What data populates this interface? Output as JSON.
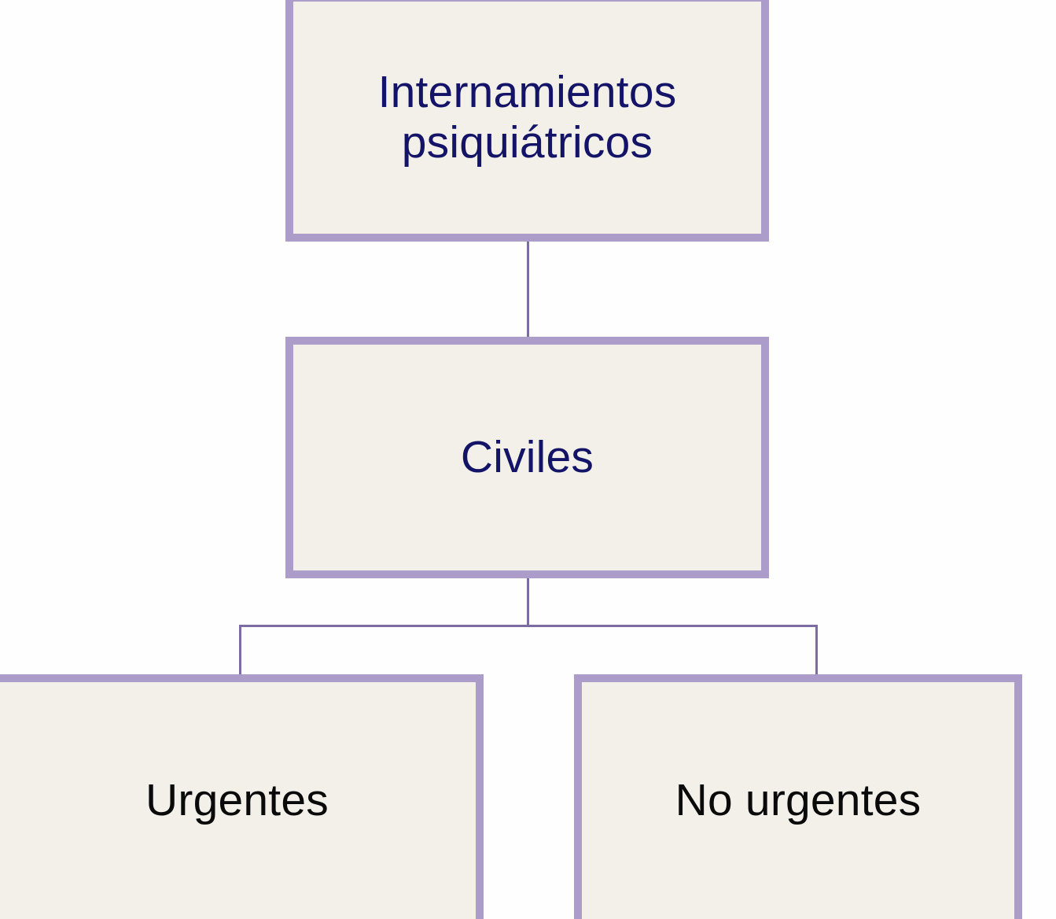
{
  "diagram": {
    "title": "Internamientos psiquiátricos",
    "type": "hierarchy-tree",
    "orientation": "top-down",
    "levels": 3,
    "colors": {
      "page_background": "#fefefe",
      "node_fill": "#f2f0e9",
      "node_border": "#ac9cc9",
      "connector": "#7d6ba3",
      "text_navy": "#131367",
      "text_black": "#0a0a0a"
    },
    "nodes": [
      {
        "id": "root",
        "label": "Internamientos psiquiátricos",
        "level": 0,
        "text_color": "#131367"
      },
      {
        "id": "civiles",
        "label": "Civiles",
        "level": 1,
        "text_color": "#131367"
      },
      {
        "id": "urgentes",
        "label": "Urgentes",
        "level": 2,
        "text_color": "#0a0a0a"
      },
      {
        "id": "no_urgentes",
        "label": "No urgentes",
        "level": 2,
        "text_color": "#0a0a0a"
      }
    ],
    "edges": [
      {
        "id": "root-civiles",
        "from": "root",
        "to": "civiles"
      },
      {
        "id": "civiles-urgentes",
        "from": "civiles",
        "to": "urgentes"
      },
      {
        "id": "civiles-no-urgentes",
        "from": "civiles",
        "to": "no_urgentes"
      }
    ]
  }
}
